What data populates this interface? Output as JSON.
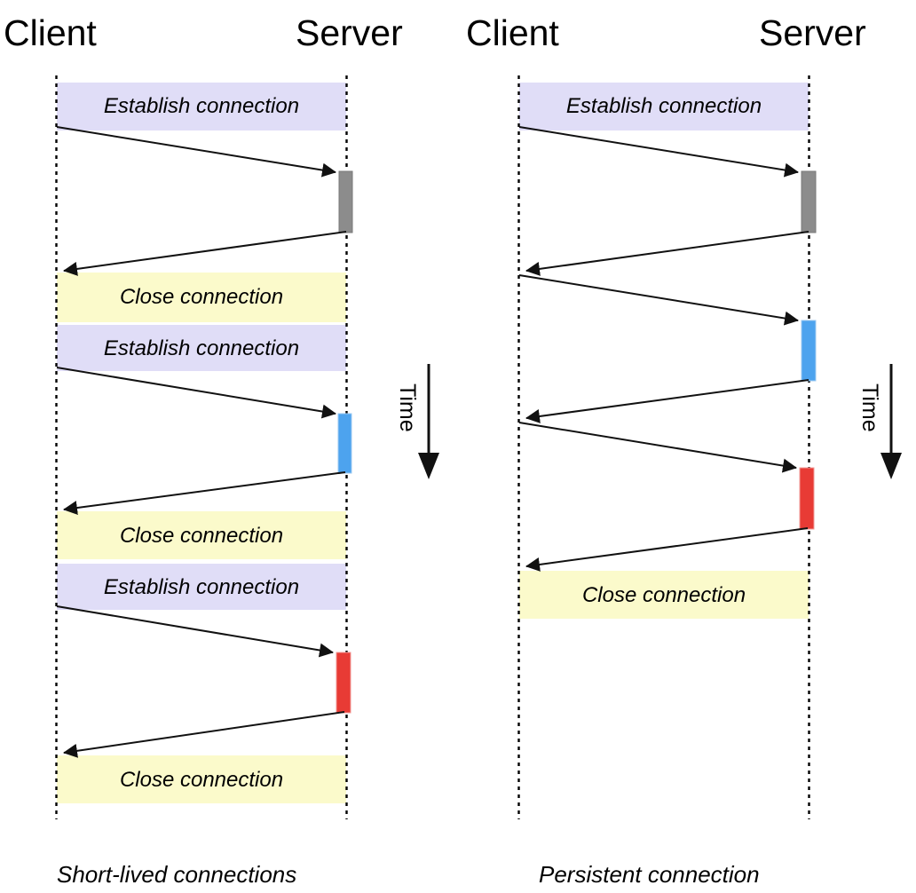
{
  "figure": {
    "background": "#ffffff",
    "colors": {
      "establish_band": "#e0ddf7",
      "close_band": "#fbfacb",
      "activation_gray": "#8c8c8c",
      "activation_blue": "#4da3ee",
      "activation_red": "#e83b35",
      "line": "#000000",
      "lifeline": "#000000"
    }
  },
  "panels": [
    {
      "id": "short-lived",
      "caption": "Short-lived connections",
      "headers": {
        "client": "Client",
        "server": "Server"
      },
      "time_axis": {
        "label": "Time",
        "direction": "down"
      },
      "bands": [
        {
          "type": "establish",
          "label": "Establish connection"
        },
        {
          "type": "close",
          "label": "Close connection"
        },
        {
          "type": "establish",
          "label": "Establish connection"
        },
        {
          "type": "close",
          "label": "Close connection"
        },
        {
          "type": "establish",
          "label": "Establish connection"
        },
        {
          "type": "close",
          "label": "Close connection"
        }
      ],
      "activations": [
        {
          "color_name": "activation_gray"
        },
        {
          "color_name": "activation_blue"
        },
        {
          "color_name": "activation_red"
        }
      ],
      "exchanges": 3
    },
    {
      "id": "persistent",
      "caption": "Persistent connection",
      "headers": {
        "client": "Client",
        "server": "Server"
      },
      "time_axis": {
        "label": "Time",
        "direction": "down"
      },
      "bands": [
        {
          "type": "establish",
          "label": "Establish connection"
        },
        {
          "type": "close",
          "label": "Close connection"
        }
      ],
      "activations": [
        {
          "color_name": "activation_gray"
        },
        {
          "color_name": "activation_blue"
        },
        {
          "color_name": "activation_red"
        }
      ],
      "exchanges": 3
    }
  ]
}
